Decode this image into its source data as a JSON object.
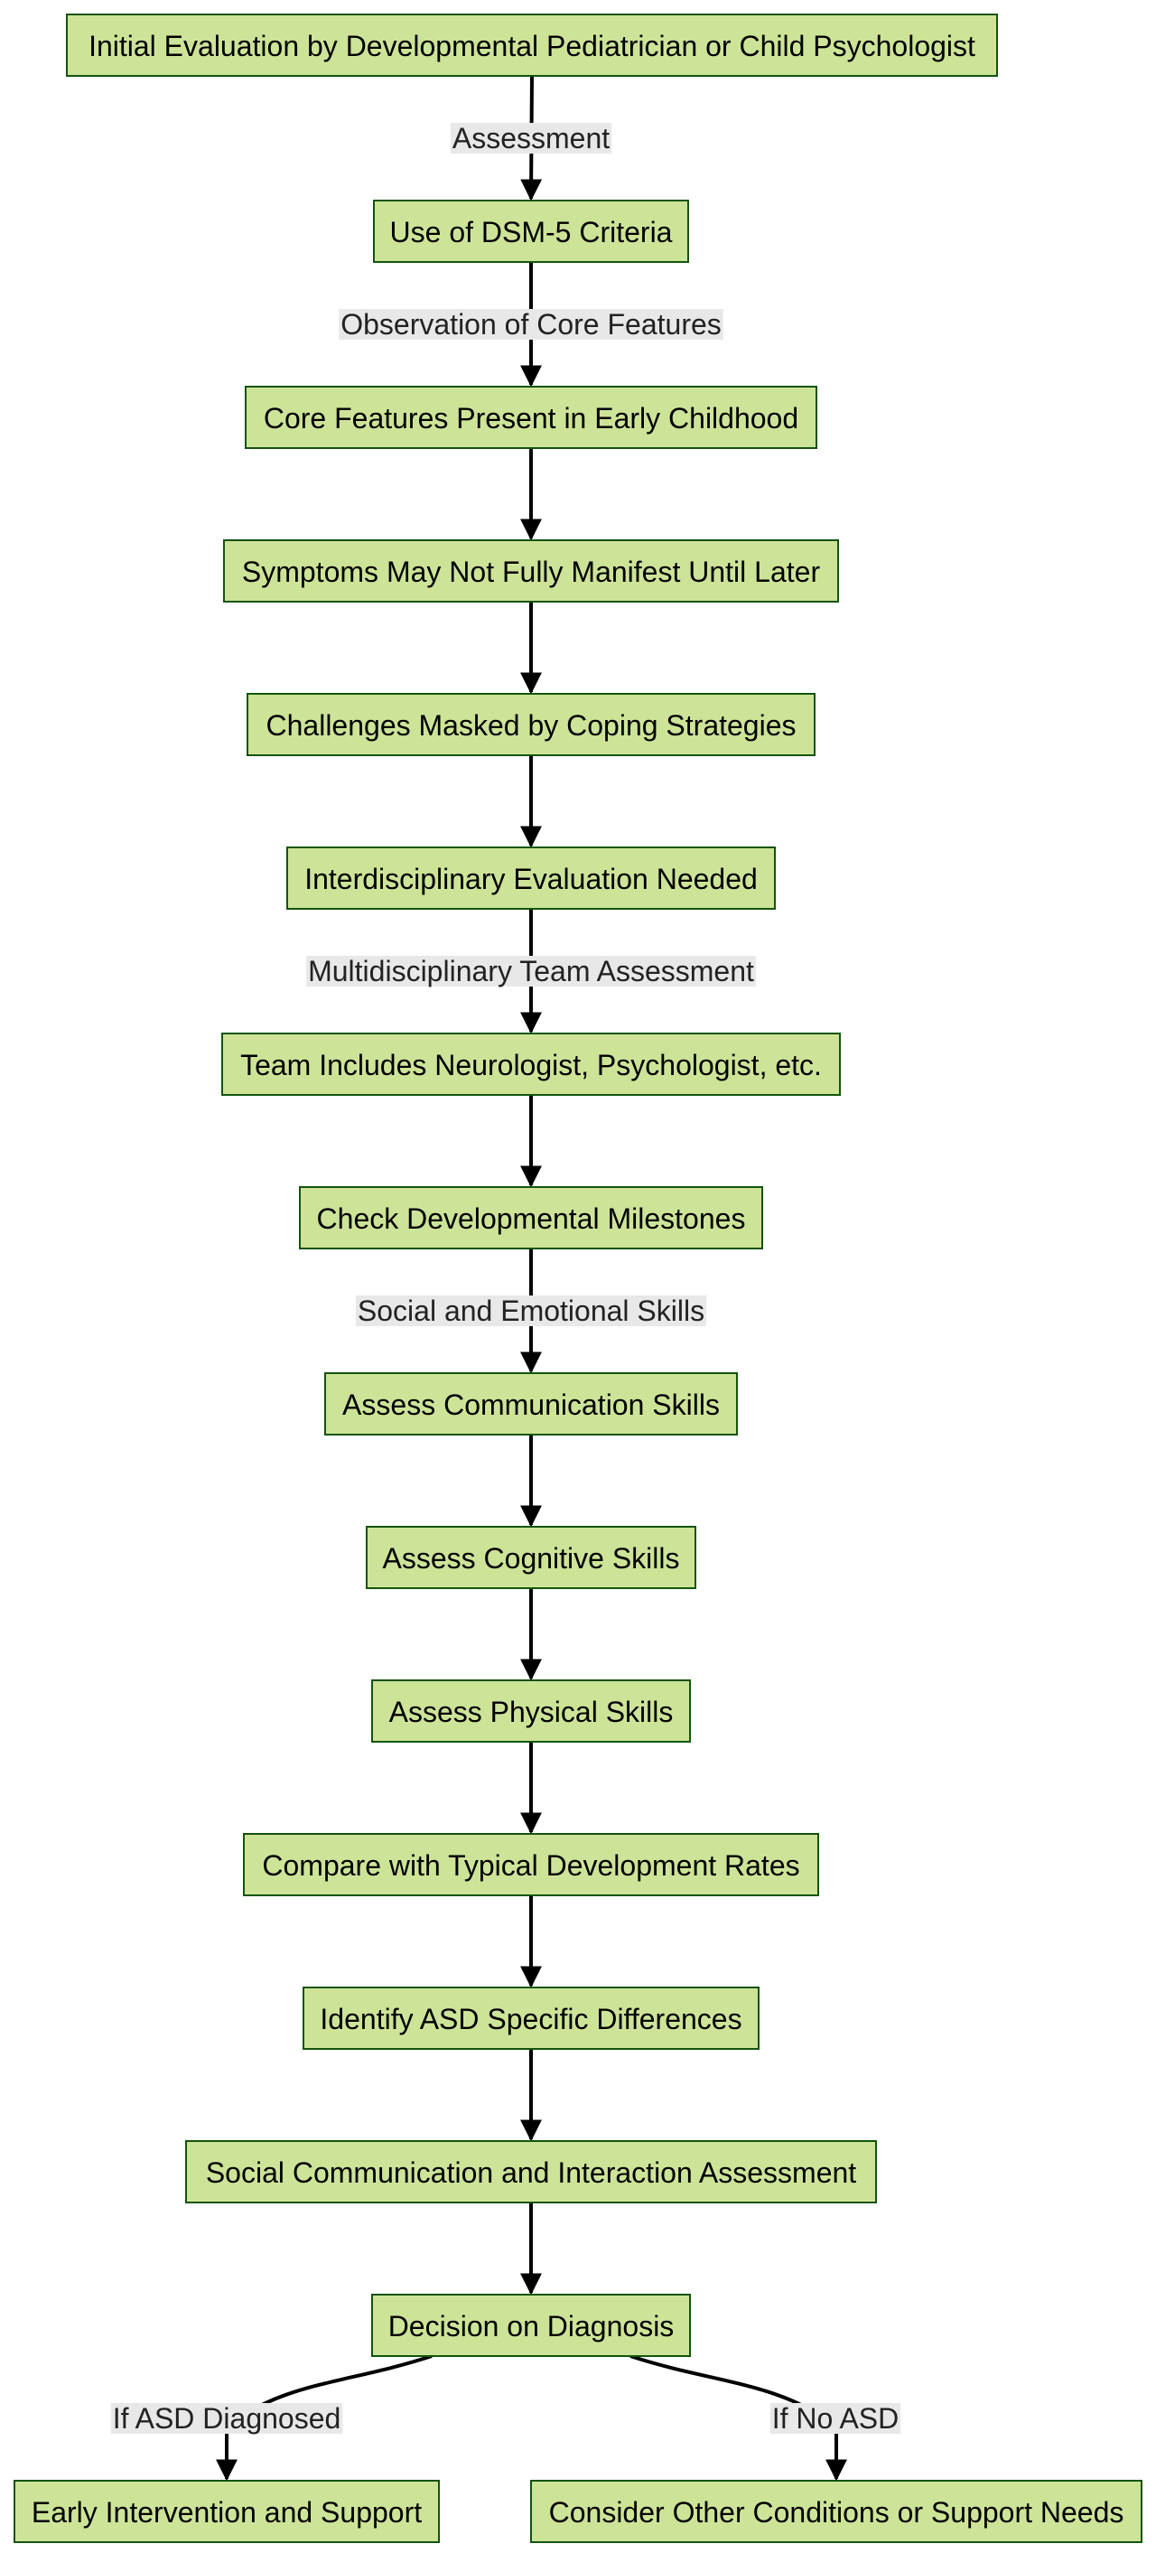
{
  "colors": {
    "node_fill": "#cde498",
    "node_border": "#13540c",
    "edge": "#000000",
    "label_bg": "#e8e8e8"
  },
  "nodes": [
    {
      "id": "n1",
      "label": "Initial Evaluation by Developmental Pediatrician or Child Psychologist"
    },
    {
      "id": "n2",
      "label": "Use of DSM-5 Criteria"
    },
    {
      "id": "n3",
      "label": "Core Features Present in Early Childhood"
    },
    {
      "id": "n4",
      "label": "Symptoms May Not Fully Manifest Until Later"
    },
    {
      "id": "n5",
      "label": "Challenges Masked by Coping Strategies"
    },
    {
      "id": "n6",
      "label": "Interdisciplinary Evaluation Needed"
    },
    {
      "id": "n7",
      "label": "Team Includes Neurologist, Psychologist, etc."
    },
    {
      "id": "n8",
      "label": "Check Developmental Milestones"
    },
    {
      "id": "n9",
      "label": "Assess Communication Skills"
    },
    {
      "id": "n10",
      "label": "Assess Cognitive Skills"
    },
    {
      "id": "n11",
      "label": "Assess Physical Skills"
    },
    {
      "id": "n12",
      "label": "Compare with Typical Development Rates"
    },
    {
      "id": "n13",
      "label": "Identify ASD Specific Differences"
    },
    {
      "id": "n14",
      "label": "Social Communication and Interaction Assessment"
    },
    {
      "id": "n15",
      "label": "Decision on Diagnosis"
    },
    {
      "id": "n16",
      "label": "Early Intervention and Support"
    },
    {
      "id": "n17",
      "label": "Consider Other Conditions or Support Needs"
    }
  ],
  "edges": [
    {
      "from": "n1",
      "to": "n2",
      "label": "Assessment"
    },
    {
      "from": "n2",
      "to": "n3",
      "label": "Observation of Core Features"
    },
    {
      "from": "n3",
      "to": "n4",
      "label": ""
    },
    {
      "from": "n4",
      "to": "n5",
      "label": ""
    },
    {
      "from": "n5",
      "to": "n6",
      "label": ""
    },
    {
      "from": "n6",
      "to": "n7",
      "label": "Multidisciplinary Team Assessment"
    },
    {
      "from": "n7",
      "to": "n8",
      "label": ""
    },
    {
      "from": "n8",
      "to": "n9",
      "label": "Social and Emotional Skills"
    },
    {
      "from": "n9",
      "to": "n10",
      "label": ""
    },
    {
      "from": "n10",
      "to": "n11",
      "label": ""
    },
    {
      "from": "n11",
      "to": "n12",
      "label": ""
    },
    {
      "from": "n12",
      "to": "n13",
      "label": ""
    },
    {
      "from": "n13",
      "to": "n14",
      "label": ""
    },
    {
      "from": "n14",
      "to": "n15",
      "label": ""
    },
    {
      "from": "n15",
      "to": "n16",
      "label": "If ASD Diagnosed"
    },
    {
      "from": "n15",
      "to": "n17",
      "label": "If No ASD"
    }
  ]
}
